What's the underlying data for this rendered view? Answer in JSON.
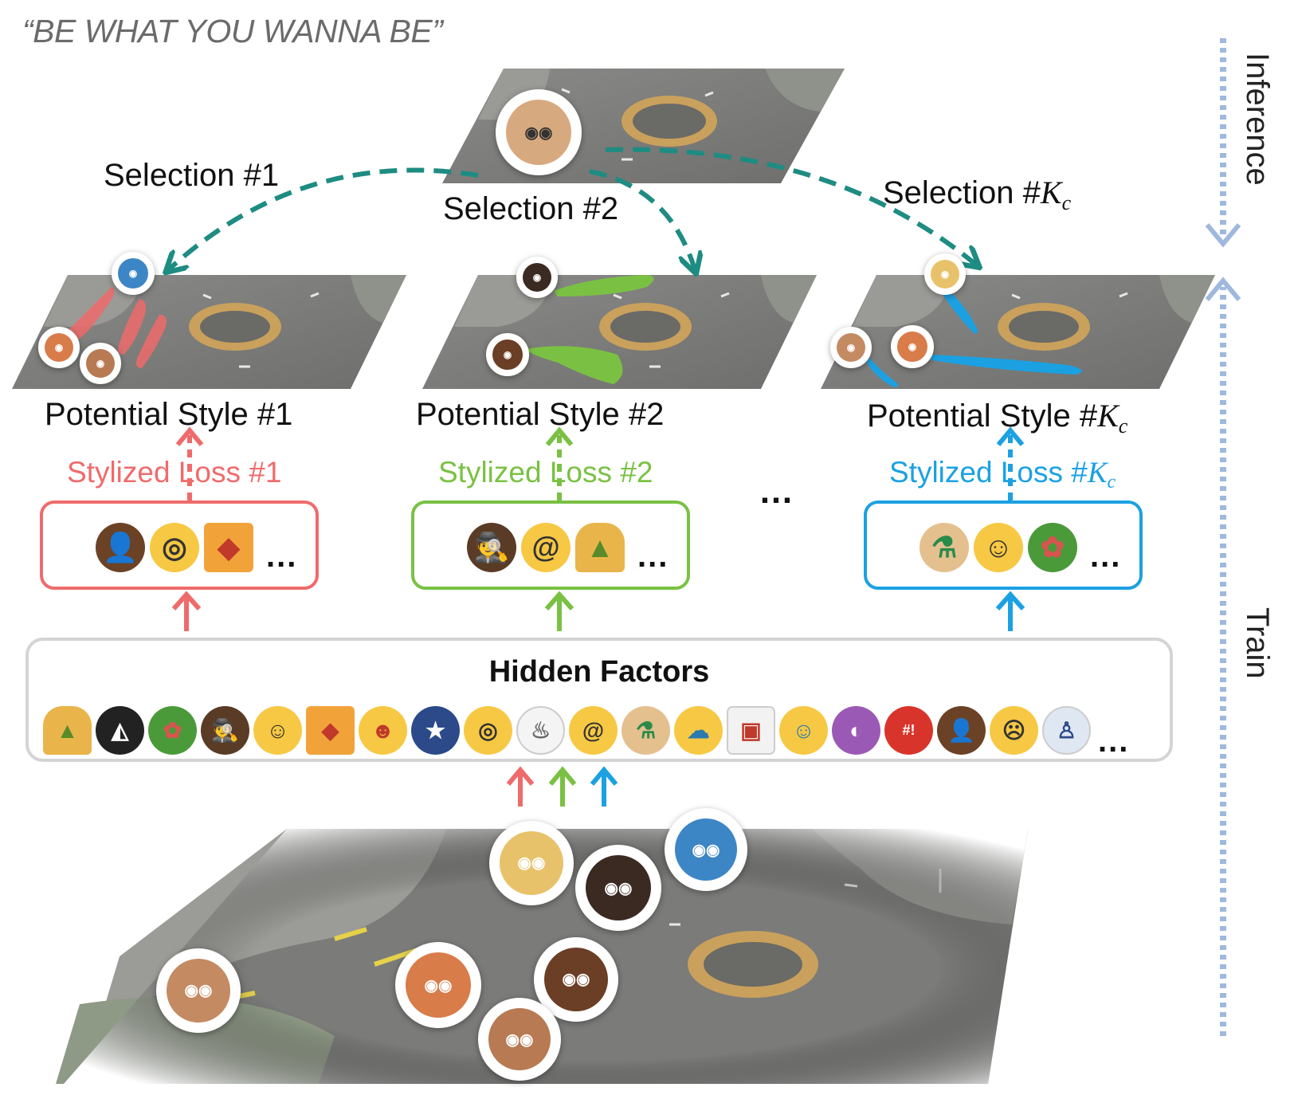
{
  "tagline": "“BE WHAT YOU WANNA BE”",
  "selections": {
    "s1": "Selection #1",
    "s2": "Selection #2",
    "s3_prefix": "Selection #",
    "s3_var": "K",
    "s3_sub": "c"
  },
  "styles": {
    "p1": "Potential Style #1",
    "p2": "Potential Style #2",
    "p3_prefix": "Potential Style #",
    "p3_var": "K",
    "p3_sub": "c"
  },
  "losses": {
    "l1": "Stylized Loss #1",
    "l2": "Stylized Loss #2",
    "l3_prefix": "Stylized Loss #",
    "l3_var": "K",
    "l3_sub": "c"
  },
  "between_dots": "…",
  "ellipsis": "...",
  "hidden_factors_title": "Hidden Factors",
  "side_labels": {
    "inference": "Inference",
    "train": "Train"
  },
  "colors": {
    "red": "#ef6b6b",
    "green": "#7ac143",
    "blue": "#1ba1e2",
    "teal": "#1e8c82",
    "side_arrow": "#9fb8dd"
  },
  "style_box_icons": {
    "red": [
      "technologist-icon",
      "nerd-face-icon",
      "pizza-icon"
    ],
    "green": [
      "detective-icon",
      "dizzy-face-icon",
      "taco-icon"
    ],
    "blue": [
      "scientist-icon",
      "smiling-face-icon",
      "salad-icon"
    ]
  },
  "hidden_factor_icons": [
    "taco-icon",
    "graduate-icon",
    "salad-icon",
    "detective-icon",
    "smiling-face-icon",
    "pizza-icon",
    "zany-face-icon",
    "police-officer-icon",
    "nerd-face-icon",
    "cook-icon",
    "dizzy-face-icon",
    "scientist-icon",
    "sleepy-face-icon",
    "takeout-box-icon",
    "drooling-face-icon",
    "hijab-woman-icon",
    "cursing-face-icon",
    "technologist-icon",
    "worried-face-icon",
    "office-worker-icon"
  ],
  "avatar_icons": [
    "mohawk-avatar-icon",
    "blue-hat-avatar-icon",
    "red-hair-avatar-icon",
    "boy-avatar-icon",
    "dreadlocks-avatar-icon",
    "bald-man-avatar-icon",
    "blonde-avatar-icon",
    "bun-woman-avatar-icon"
  ]
}
